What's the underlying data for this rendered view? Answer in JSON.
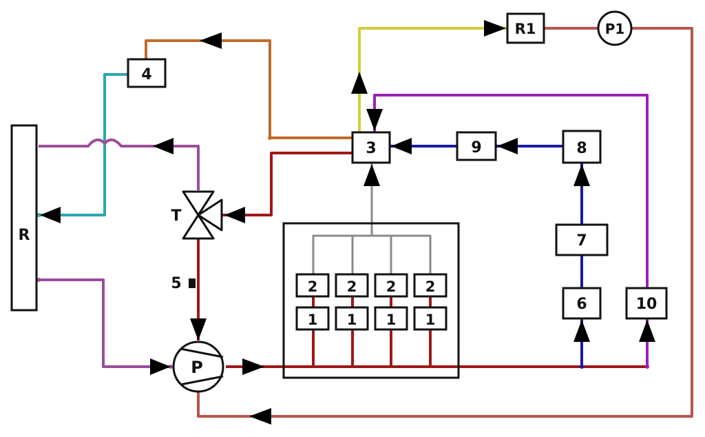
{
  "diagram": {
    "labels": {
      "radiator": "R",
      "r1": "R1",
      "p1": "P1",
      "pump": "P",
      "valve": "T",
      "n3": "3",
      "n4": "4",
      "n5": "5",
      "n6": "6",
      "n7": "7",
      "n8": "8",
      "n9": "9",
      "n10": "10",
      "n2": "2",
      "n1": "1"
    },
    "pipe_colors": {
      "red": "#a01818",
      "purple": "#9c4d9a",
      "magenta": "#9b22b5",
      "orange": "#c26a2a",
      "cyan": "#2aa6b0",
      "yellow": "#d4cc3a",
      "blue": "#1a1aa0",
      "salmon": "#b8564e",
      "grey": "#8a8a8a"
    }
  }
}
